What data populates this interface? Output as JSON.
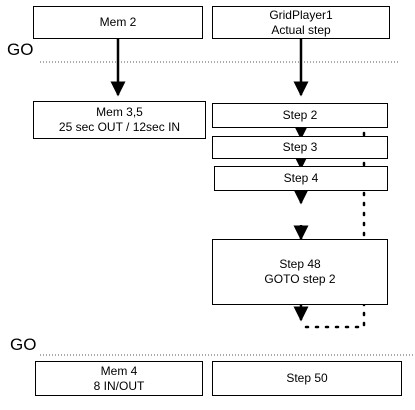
{
  "go_labels": [
    "GO",
    "GO"
  ],
  "boxes": {
    "mem2": [
      "Mem 2"
    ],
    "gridplayer": [
      "GridPlayer1",
      "Actual step"
    ],
    "mem35": [
      "Mem 3,5",
      "25 sec OUT / 12sec IN"
    ],
    "step2": [
      "Step 2"
    ],
    "step3": [
      "Step 3"
    ],
    "step4": [
      "Step 4"
    ],
    "step48": [
      "Step 48",
      "GOTO step 2"
    ],
    "mem4": [
      "Mem 4",
      "8 IN/OUT"
    ],
    "step50": [
      "Step 50"
    ]
  }
}
